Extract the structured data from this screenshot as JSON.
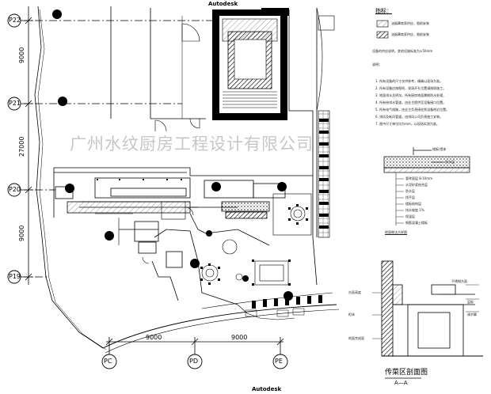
{
  "drawing": {
    "watermark": "广州水纹厨房工程设计有限公司",
    "brand_top": "Autodesk",
    "brand_bottom": "Autodesk",
    "grid_rows": [
      "P22",
      "P21",
      "P20",
      "P19"
    ],
    "grid_cols": [
      "PC",
      "PD",
      "PE"
    ],
    "dims_vertical": [
      "9000",
      "27000",
      "9000"
    ],
    "dims_horizontal": [
      "9000",
      "9000"
    ]
  },
  "legend": {
    "title": "指标：",
    "items": [
      {
        "text": "油烟罩商家供应，限前安装"
      },
      {
        "text": "油烟罩商家供应，限前安装"
      }
    ],
    "notes_intro": "设备的供应说明，其他设施标准为±50mm",
    "notes_title": "说明：",
    "notes": [
      "1. 所有设备的尺寸仅供参考，精确以现场为准。",
      "2. 所有设备应按图纸，现场开孔位置请按照施工。",
      "3. 地面排水及明沟，所有厨房地面需做防水处理。",
      "4. 所有给排水管道，由业主提供至设备接口位置。",
      "5. 所有电气线路，由业主负责接驳到设备附近位置。",
      "6. 排风及新风管道，由排风公司负责施工安装。",
      "7. 图中尺寸单位均为mm，以现场实测为准。"
    ]
  },
  "section_detail": {
    "label_a": "楼板/墙体",
    "label_b": "防水层",
    "layers": [
      "瓷砖面层 8-10mm",
      "水泥砂浆结合层",
      "防水层",
      "找平层",
      "楼板结构层",
      "排水坡度 1%",
      "保温层",
      "钢筋混凝土楼板"
    ],
    "caption": "地面做法大样图"
  },
  "pass_section": {
    "title": "传菜区剖面图",
    "subtitle": "A—A",
    "notes_left": [
      "台面高度",
      "柜体",
      "地面完成面"
    ],
    "notes_right": [
      "不锈钢台面",
      "层板",
      "调节脚"
    ]
  }
}
